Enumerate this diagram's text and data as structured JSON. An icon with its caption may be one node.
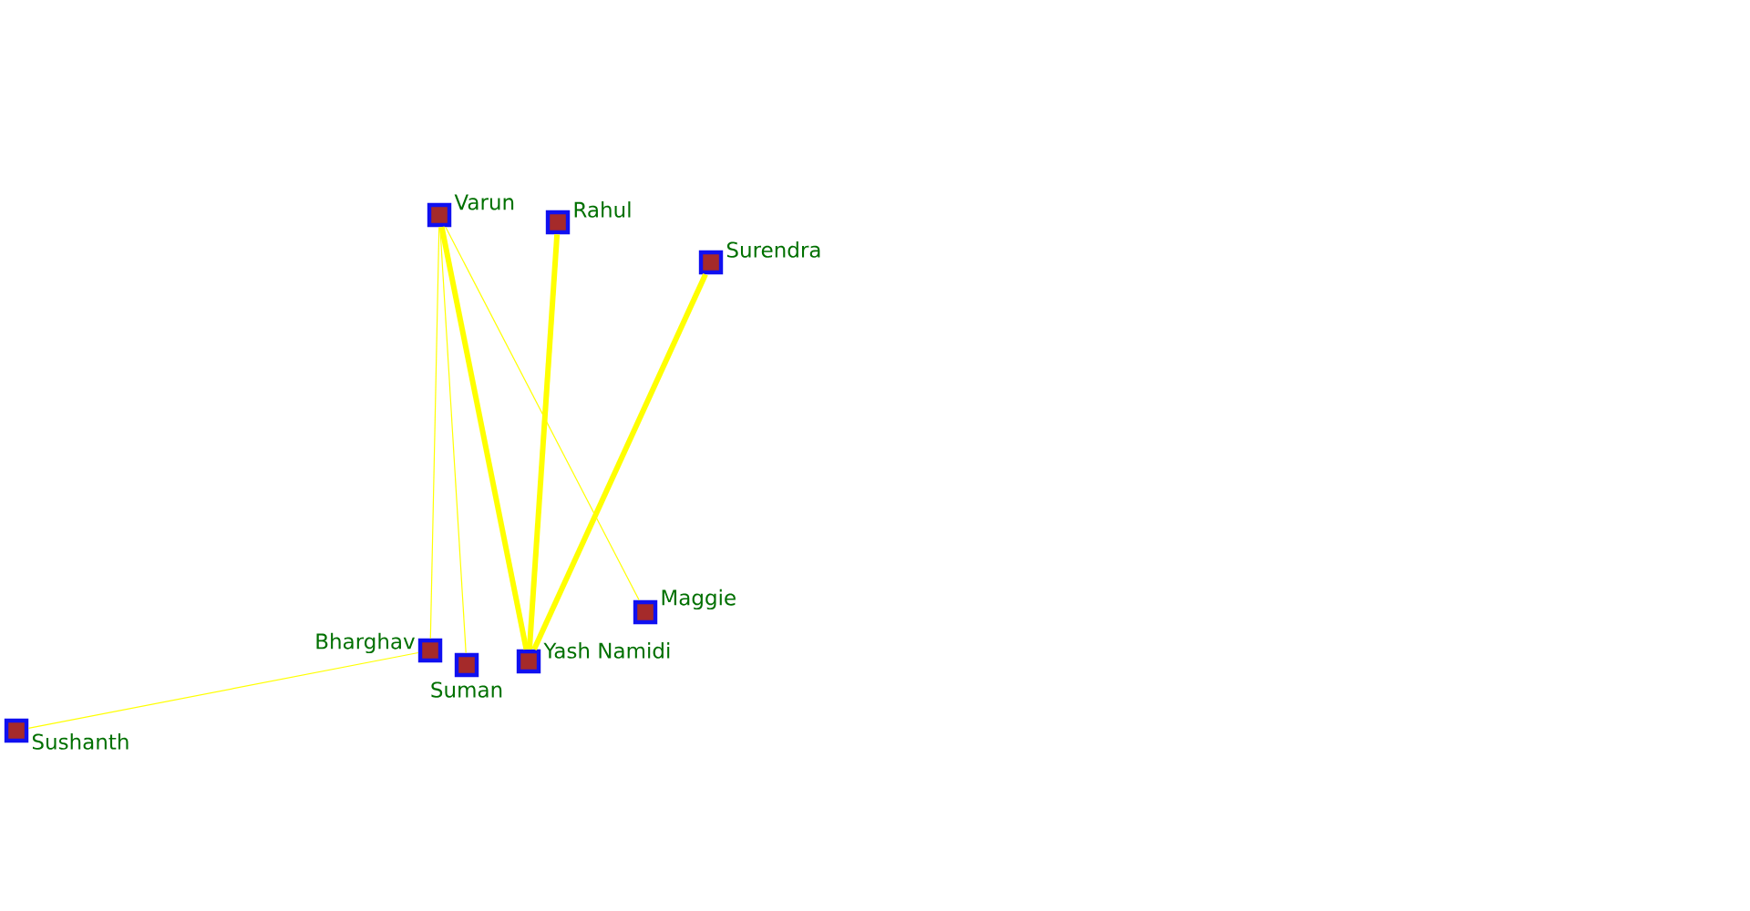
{
  "diagram": {
    "nodes": [
      {
        "text": [
          "Varun"
        ]
      },
      {
        "text": [
          "Rahul"
        ]
      },
      {
        "text": [
          "Surendra"
        ]
      },
      {
        "text": [
          "Maggie"
        ]
      },
      {
        "text": [
          "Bharghav"
        ]
      },
      {
        "text": [
          "Suman"
        ]
      },
      {
        "text": [
          "Yash Namidi"
        ]
      },
      {
        "text": [
          "Sushanth"
        ]
      }
    ],
    "edges": [
      {
        "from": 0,
        "to": 4,
        "arrow": "none"
      },
      {
        "from": 0,
        "to": 5,
        "arrow": "none"
      },
      {
        "from": 0,
        "to": 6,
        "arrow": "none",
        "style": "thick"
      },
      {
        "from": 1,
        "to": 6,
        "arrow": "none",
        "style": "thick"
      },
      {
        "from": 2,
        "to": 6,
        "arrow": "none",
        "style": "thick"
      },
      {
        "from": 0,
        "to": 3,
        "arrow": "none"
      },
      {
        "from": 4,
        "to": 7,
        "arrow": "none"
      }
    ]
  }
}
